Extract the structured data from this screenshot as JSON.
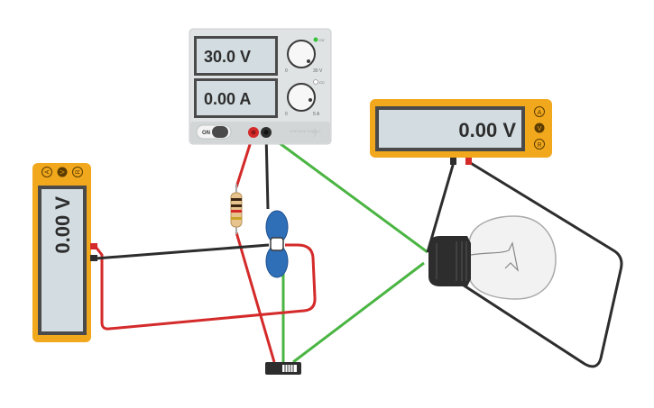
{
  "power_supply": {
    "voltage_display": "30.0 V",
    "current_display": "0.00 A",
    "on_label": "ON",
    "knob_v_min": "0",
    "knob_v_max": "30 V",
    "knob_a_min": "0",
    "knob_a_max": "5 A",
    "cv_label": "CV",
    "cc_label": "CC",
    "brand_label": "VOLTAGE SUPPLY"
  },
  "multimeter_left": {
    "reading": "0.00 V",
    "mode_a": "A",
    "mode_v": "V",
    "mode_r": "R"
  },
  "multimeter_right": {
    "reading": "0.00 V",
    "mode_a": "A",
    "mode_v": "V",
    "mode_r": "R"
  },
  "colors": {
    "meter_body": "#f2a81d",
    "lcd": "#d3dce0",
    "wire_red": "#d42a2a",
    "wire_black": "#2d2d2d",
    "wire_green": "#4bb543",
    "capacitor": "#2e6fb7",
    "supply_body": "#dfe3e4"
  }
}
